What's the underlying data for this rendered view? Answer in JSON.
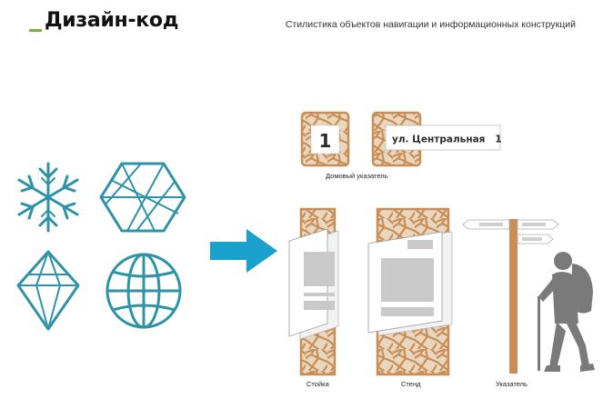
{
  "header": {
    "title": "Дизайн-код",
    "subtitle": "Стилистика объектов навигации и информационных конструкций"
  },
  "house_sign": {
    "number": "1",
    "street_plate": "ул. Центральная   1",
    "caption": "Домовый указатель"
  },
  "structures": {
    "stand_small_caption": "Стойка",
    "stand_large_caption": "Стенд",
    "pointer_caption": "Указатель"
  },
  "icons": [
    "snowflake-icon",
    "hexagon-pattern-icon",
    "crystal-icon",
    "globe-icon",
    "arrow-right-icon",
    "hiker-figure"
  ],
  "colors": {
    "accent": "#2e93a6",
    "arrow": "#1aa0cc",
    "wood": "#c98e55",
    "green": "#7db23a"
  }
}
